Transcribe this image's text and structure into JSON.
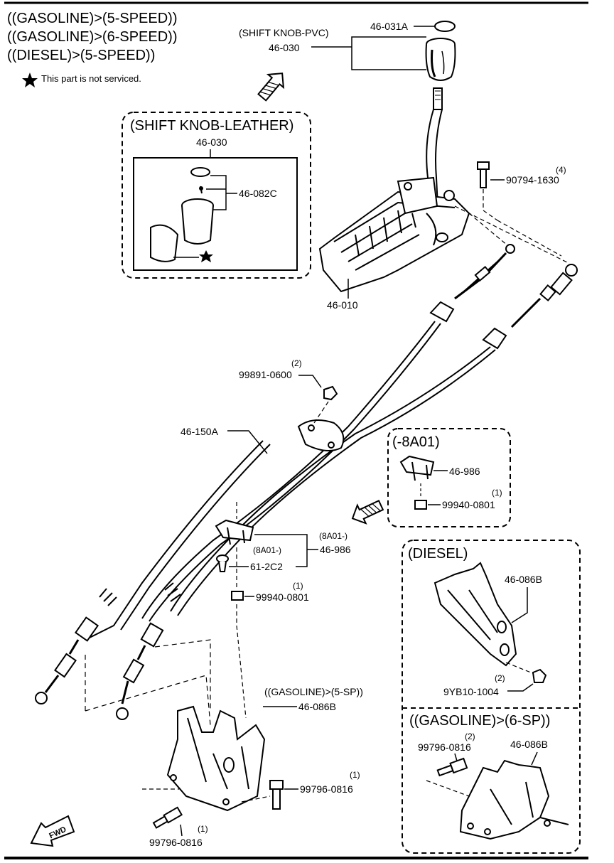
{
  "header": {
    "line1": "((GASOLINE)>(5-SPEED))",
    "line2": "((GASOLINE)>(6-SPEED))",
    "line3": "((DIESEL)>(5-SPEED))",
    "note": "This part is not serviced."
  },
  "groups": {
    "leather": "(SHIFT KNOB-LEATHER)",
    "pvc": "(SHIFT KNOB-PVC)",
    "g8a01": "(-8A01)",
    "diesel": "(DIESEL)",
    "gas6": "((GASOLINE)>(6-SP))",
    "gas5": "((GASOLINE)>(5-SP))",
    "sub8a01a": "(8A01-)",
    "sub8a01b": "(8A01-)"
  },
  "parts": {
    "p46_031A": "46-031A",
    "p46_030_pvc": "46-030",
    "p46_030_leather": "46-030",
    "p46_082C": "46-082C",
    "p90794_1630": "90794-1630",
    "q90794": "(4)",
    "p46_010": "46-010",
    "p99891_0600": "99891-0600",
    "q99891": "(2)",
    "p46_150A": "46-150A",
    "p46_986_top": "46-986",
    "p99940_0801_top": "99940-0801",
    "q99940_top": "(1)",
    "p46_986_mid": "46-986",
    "p61_2C2": "61-2C2",
    "p99940_0801_mid": "99940-0801",
    "q99940_mid": "(1)",
    "p46_086B_diesel": "46-086B",
    "p9YB10_1004": "9YB10-1004",
    "q9YB10": "(2)",
    "p46_086B_gas5": "46-086B",
    "p99796_0816_a": "99796-0816",
    "q99796_a": "(1)",
    "p99796_0816_b": "99796-0816",
    "q99796_b": "(1)",
    "p99796_0816_c": "99796-0816",
    "q99796_c": "(2)",
    "p46_086B_gas6": "46-086B"
  },
  "fwd": "FWD"
}
